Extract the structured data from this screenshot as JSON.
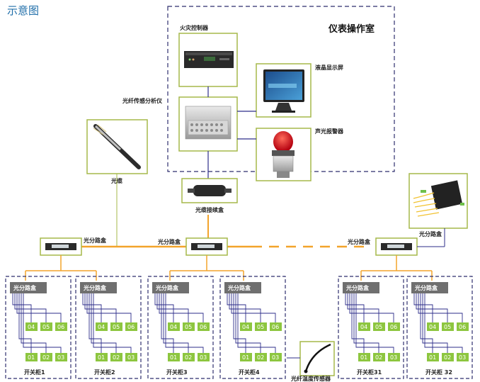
{
  "title": "示意图",
  "room_title": "仪表操作室",
  "labels": {
    "fire_controller": "火灾控制器",
    "analyzer": "光纤传感分析仪",
    "lcd": "液晶显示屏",
    "alarm": "声光报警器",
    "cable": "光缆",
    "splice_box": "光缆接续盒",
    "splitter_box": "光分路盒",
    "fiber_sensor": "光纤温度传感器"
  },
  "cabinets": [
    {
      "name": "开关柜1",
      "header": "光分路盒",
      "ports": [
        "04",
        "05",
        "06",
        "01",
        "02",
        "03"
      ]
    },
    {
      "name": "开关柜2",
      "header": "光分路盒",
      "ports": [
        "04",
        "05",
        "06",
        "01",
        "02",
        "03"
      ]
    },
    {
      "name": "开关柜3",
      "header": "光分路盒",
      "ports": [
        "04",
        "05",
        "06",
        "01",
        "02",
        "03"
      ]
    },
    {
      "name": "开关柜4",
      "header": "光分路盒",
      "ports": [
        "04",
        "05",
        "06",
        "01",
        "02",
        "03"
      ]
    },
    {
      "name": "开关柜31",
      "header": "光分路盒",
      "ports": [
        "04",
        "05",
        "06",
        "01",
        "02",
        "03"
      ]
    },
    {
      "name": "开关柜 32",
      "header": "光分路盒",
      "ports": [
        "04",
        "05",
        "06",
        "01",
        "02",
        "03"
      ]
    }
  ],
  "colors": {
    "title": "#1f6ea9",
    "frame_dash": "#2f2f6e",
    "device_border": "#a5b94a",
    "trunk": "#f3a42b",
    "wire": "#2d2d8a",
    "port_fill": "#8dc63f",
    "box_header": "#6f6f6f"
  }
}
